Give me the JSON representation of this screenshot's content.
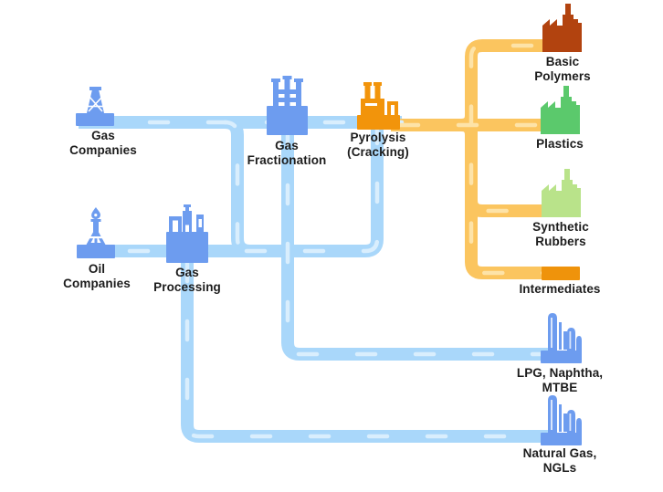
{
  "colors": {
    "background": "#ffffff",
    "building_blue": "#6D9CEF",
    "pipe_blue": "#A9D7FA",
    "pipe_blue_dash": "#D9EEFD",
    "pipe_orange": "#FBC55F",
    "pipe_orange_dash": "#FDE3A8",
    "pyrolysis_orange": "#F2940B",
    "intermediates_orange": "#EF930B",
    "basic_polymers_red": "#B2430F",
    "plastics_green": "#5BC96C",
    "synthetic_rubbers_green": "#B9E38A",
    "label_text": "#1C1C1C"
  },
  "nodes": {
    "gas_companies": {
      "label": "Gas\nCompanies",
      "icon": "oil-rig-icon"
    },
    "oil_companies": {
      "label": "Oil\nCompanies",
      "icon": "flare-stack-icon"
    },
    "gas_processing": {
      "label": "Gas\nProcessing",
      "icon": "processing-plant-icon"
    },
    "gas_fractionation": {
      "label": "Gas\nFractionation",
      "icon": "fractionation-plant-icon"
    },
    "pyrolysis": {
      "label": "Pyrolysis\n(Cracking)",
      "icon": "cracking-plant-icon"
    },
    "basic_polymers": {
      "label": "Basic\nPolymers",
      "icon": "factory-icon"
    },
    "plastics": {
      "label": "Plastics",
      "icon": "factory-icon"
    },
    "synthetic_rubbers": {
      "label": "Synthetic\nRubbers",
      "icon": "factory-icon"
    },
    "intermediates": {
      "label": "Intermediates",
      "icon": "bar-icon"
    },
    "lpg_naphtha_mtbe": {
      "label": "LPG, Naphtha,\nMTBE",
      "icon": "refinery-icon"
    },
    "natural_gas_ngls": {
      "label": "Natural Gas,\nNGLs",
      "icon": "refinery-icon"
    }
  },
  "edges": [
    {
      "from": "gas_companies",
      "to": "gas_fractionation",
      "pipe": "blue"
    },
    {
      "from": "gas_fractionation",
      "to": "pyrolysis",
      "pipe": "blue"
    },
    {
      "from": "gas_processing",
      "to": "gas_fractionation",
      "pipe": "blue"
    },
    {
      "from": "oil_companies",
      "to": "gas_processing",
      "pipe": "blue"
    },
    {
      "from": "gas_processing",
      "to": "pyrolysis",
      "pipe": "blue"
    },
    {
      "from": "gas_fractionation",
      "to": "lpg_naphtha_mtbe",
      "pipe": "blue"
    },
    {
      "from": "gas_processing",
      "to": "natural_gas_ngls",
      "pipe": "blue"
    },
    {
      "from": "pyrolysis",
      "to": "basic_polymers",
      "pipe": "orange"
    },
    {
      "from": "pyrolysis",
      "to": "plastics",
      "pipe": "orange"
    },
    {
      "from": "pyrolysis",
      "to": "synthetic_rubbers",
      "pipe": "orange"
    },
    {
      "from": "pyrolysis",
      "to": "intermediates",
      "pipe": "orange"
    }
  ]
}
